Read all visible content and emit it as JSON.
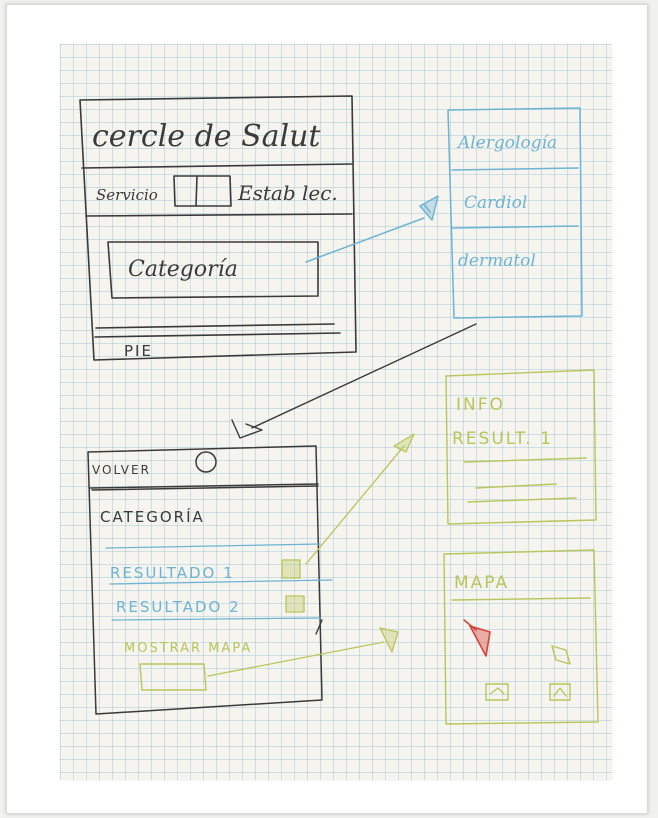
{
  "screen1": {
    "title": "cercle de Salut",
    "filter_label_left": "Servicio",
    "filter_label_right": "Estab lec.",
    "category_button": "Categoría",
    "footer": "PIE"
  },
  "category_menu": {
    "items": [
      "Alergología",
      "Cardiol",
      "dermatol"
    ]
  },
  "results_screen": {
    "back_label": "VOLVER",
    "category_heading": "CATEGORÍA",
    "results": [
      {
        "label": "RESULTADO 1"
      },
      {
        "label": "RESULTADO 2"
      }
    ],
    "show_map_label": "MOSTRAR MAPA"
  },
  "info_screen": {
    "title_line1": "INFO",
    "title_line2": "RESULT. 1"
  },
  "map_screen": {
    "title": "MAPA"
  },
  "colors": {
    "ink_black": "#3a3a3a",
    "ink_blue": "#6db3d4",
    "ink_green": "#b9c55a",
    "ink_red": "#d8413a"
  }
}
